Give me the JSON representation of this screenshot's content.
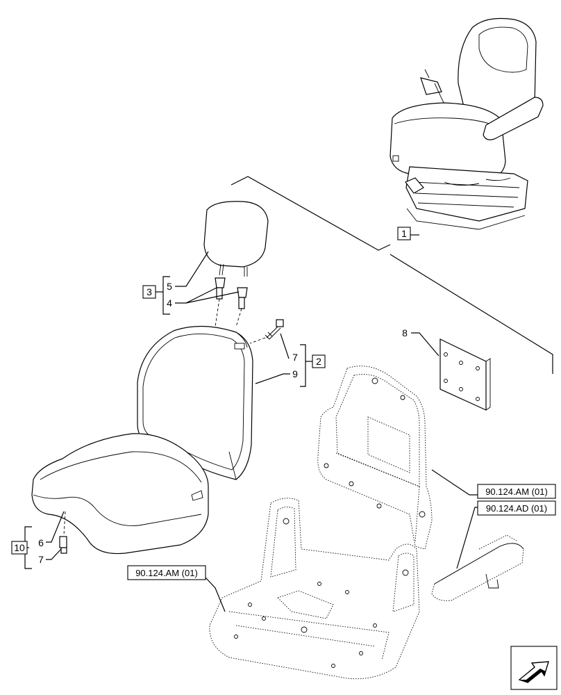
{
  "diagram": {
    "callouts": {
      "c1": "1",
      "c2": "2",
      "c3": "3",
      "c4": "4",
      "c5": "5",
      "c6": "6",
      "c7a": "7",
      "c7b": "7",
      "c8": "8",
      "c9": "9",
      "c10": "10"
    },
    "references": {
      "ref_backrest_frame": "90.124.AM (01)",
      "ref_armrest": "90.124.AD (01)",
      "ref_base_frame": "90.124.AM (01)"
    },
    "icons": {
      "corner": "view-direction-arrow-icon"
    }
  }
}
